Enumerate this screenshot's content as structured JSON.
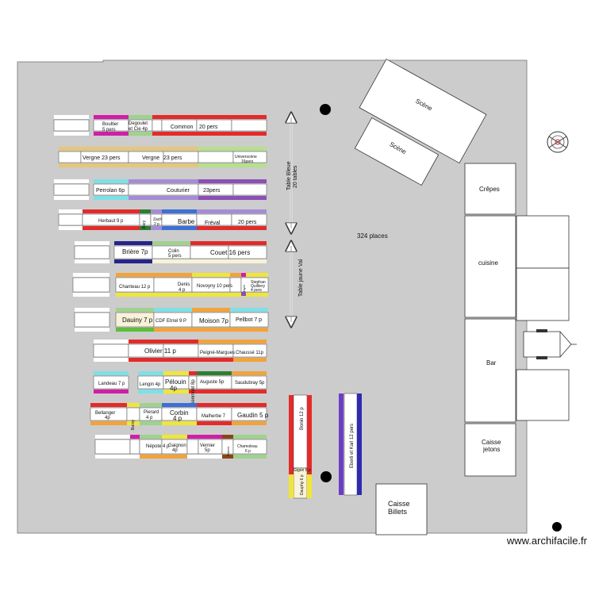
{
  "rooms": {
    "scene1": "Scène",
    "scene2": "Scène",
    "crepes": "Crêpes",
    "cuisine": "cuisine",
    "bar": "Bar",
    "caisse_jetons_l1": "Caisse",
    "caisse_jetons_l2": "jetons",
    "caisse_billets_l1": "Caisse",
    "caisse_billets_l2": "Billets"
  },
  "capacity": "324 places",
  "vertical_labels": {
    "table_bleue_1": "Table Bleue",
    "table_bleue_2": "20 tables",
    "table_jaune": "Table jaune Val"
  },
  "website": "www.archifacile.fr",
  "tables": {
    "r1": {
      "boultier_1": "Boultier",
      "boultier_2": "5 pers",
      "degoulet_1": "Degoulet",
      "degoulet_2": "et Cie 4p",
      "common": "Common",
      "common_n": "20 pers"
    },
    "r2": {
      "vergne_a": "Vergne 23 pers",
      "vergne_b": "Vergne",
      "vergne_b_n": "23 pers",
      "univ_1": "Universcène",
      "univ_2": "16pers"
    },
    "r3": {
      "perrolan": "Perrolan 6p",
      "couturier": "Couturier",
      "couturier_n": "23pers"
    },
    "r4": {
      "herbaut": "Herbaut 9 p",
      "bary": "Bary",
      "zach_1": "Zach",
      "zach_2": "2 p",
      "barbe": "Barbe",
      "freval": "Fréval",
      "freval_n": "20 pers"
    },
    "r5": {
      "briere": "Brière 7p",
      "colin_1": "Colin",
      "colin_2": "5 pers",
      "couet": "Couet 16 pers"
    },
    "r6": {
      "chanteau": "Chanteau 12 p",
      "denis_1": "Denis",
      "denis_2": "4 p",
      "novoyny": "Novoyny 10 pers",
      "mayer": "Mayer",
      "stephan_1": "Stephan",
      "stephan_2": "Quilliery",
      "stephan_3": "4 pers"
    },
    "r7": {
      "dauiny": "Dauiny 7 p",
      "cdf": "CDF Etrrel 9 P",
      "moison": "Moison 7p",
      "pellbot": "Pellbot 7 p"
    },
    "r8": {
      "olivier": "Olivier 11 p",
      "peigne": "Peigné-Margues",
      "chausse": "Chaussé 11p"
    },
    "r9": {
      "landeau": "Landeau 7 p",
      "lengin": "Lengin 4p",
      "pelouin_1": "Pélouin",
      "pelouin_2": "4p",
      "bienmont": "Bienmont 8p",
      "auguste": "Auguste 5p",
      "saudubray": "Saudubray 5p"
    },
    "r10": {
      "bellanger_1": "Bellanger",
      "bellanger_2": "4p",
      "baroy": "Baroy",
      "pierard_1": "Pierard",
      "pierard_2": "4 p",
      "corbin_1": "Corbin",
      "corbin_2": "4 p",
      "malherbe": "Malherbe 7",
      "gaudin": "Gaudin 5 p"
    },
    "r11": {
      "nepote": "Népote 4 p",
      "gaignon_1": "Gaignon",
      "gaignon_2": "4p",
      "vernier_1": "Vernier",
      "vernier_2": "5p",
      "robert": "Robert",
      "chamoleau_1": "Chamoleau",
      "chamoleau_2": "6 p"
    },
    "vertical": {
      "bonin": "Bonin 12 p",
      "fournier": "Fournier",
      "gigon": "Gigon 6 p",
      "dauphy": "Dauphy 6 p",
      "eberli": "Eberli et Karl 12 pers"
    }
  },
  "colors": {
    "floor": "#cccccc",
    "floor_stroke": "#888888",
    "red": "#e52a2a",
    "magenta": "#d21ea7",
    "green_light": "#9fd28d",
    "tan": "#e3c77a",
    "lime": "#b6e08a",
    "lavender": "#a58cd6",
    "cyan": "#7ee0e6",
    "purple": "#8c4fb5",
    "blue": "#3d6fd6",
    "yellow": "#f0e53a",
    "orange": "#f2a33a",
    "navy": "#26258a",
    "dark_green": "#2f7d32",
    "pink": "#f07bc0",
    "brown": "#8b4513",
    "table_fill": "#ffffff",
    "cream": "#f7f2d8"
  }
}
